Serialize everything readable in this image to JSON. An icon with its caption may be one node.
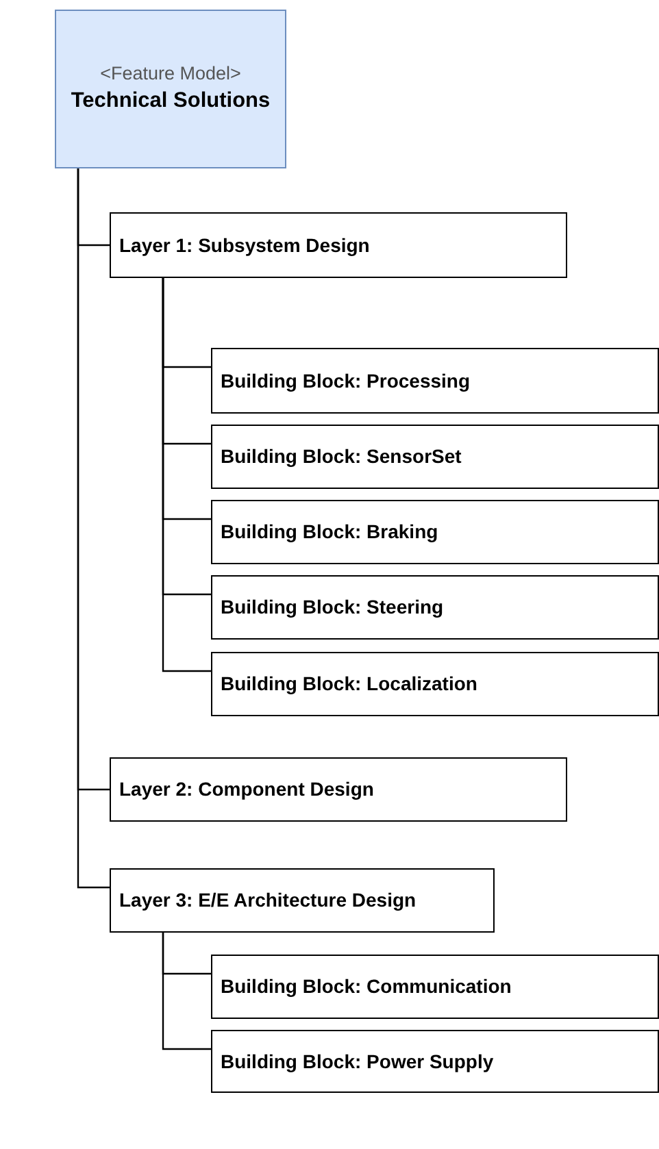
{
  "diagram": {
    "nodes": [
      {
        "text": [
          "<Feature Model>",
          "Technical Solutions"
        ]
      },
      {
        "text": [
          "Layer 1: Subsystem Design"
        ]
      },
      {
        "text": [
          "Building Block: Processing"
        ]
      },
      {
        "text": [
          "Building Block: SensorSet"
        ]
      },
      {
        "text": [
          "Building Block: Braking"
        ]
      },
      {
        "text": [
          "Building Block: Steering"
        ]
      },
      {
        "text": [
          "Building Block: Localization"
        ]
      },
      {
        "text": [
          "Layer 2: Component Design"
        ]
      },
      {
        "text": [
          "Layer 3: E/E Architecture Design"
        ]
      },
      {
        "text": [
          "Building Block: Communication"
        ]
      },
      {
        "text": [
          "Building Block: Power Supply"
        ]
      }
    ],
    "edges": [
      {
        "from": 0,
        "to": 1,
        "arrow": "none"
      },
      {
        "from": 1,
        "to": 2,
        "arrow": "none"
      },
      {
        "from": 1,
        "to": 3,
        "arrow": "none"
      },
      {
        "from": 1,
        "to": 4,
        "arrow": "none"
      },
      {
        "from": 1,
        "to": 5,
        "arrow": "none"
      },
      {
        "from": 1,
        "to": 6,
        "arrow": "none"
      },
      {
        "from": 0,
        "to": 7,
        "arrow": "none"
      },
      {
        "from": 0,
        "to": 8,
        "arrow": "none"
      },
      {
        "from": 8,
        "to": 9,
        "arrow": "none"
      },
      {
        "from": 8,
        "to": 10,
        "arrow": "none"
      }
    ]
  }
}
